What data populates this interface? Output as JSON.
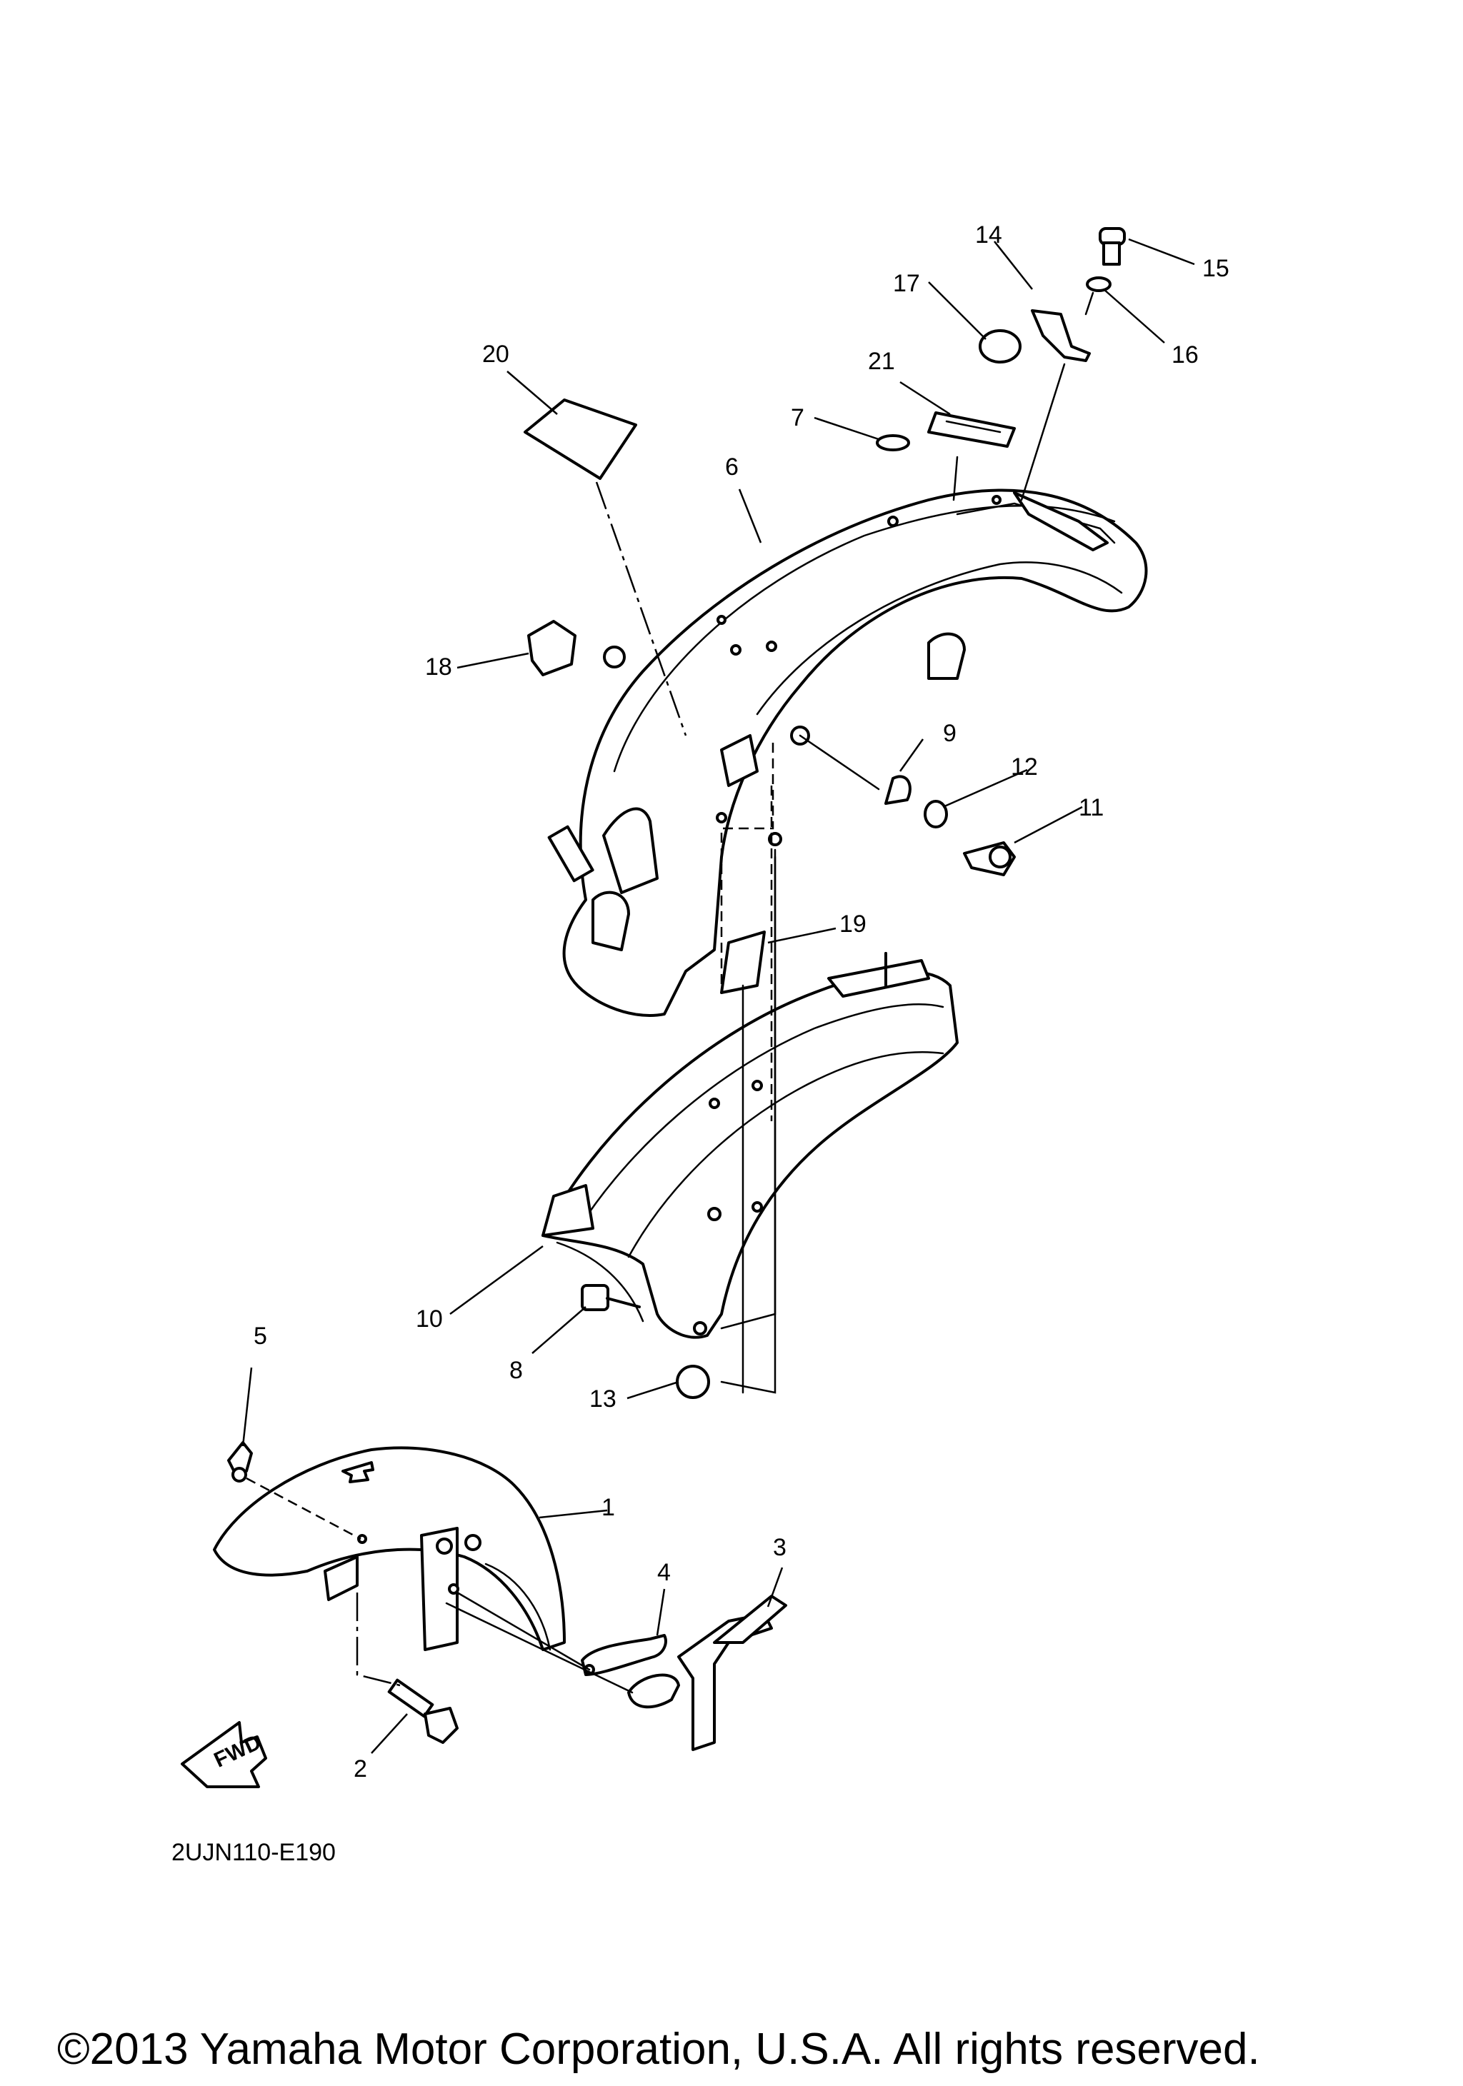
{
  "diagram": {
    "code": "2UJN110-E190",
    "fwd_label": "FWD",
    "copyright": "©2013 Yamaha Motor Corporation, U.S.A. All rights reserved.",
    "callouts": [
      "1",
      "2",
      "3",
      "4",
      "5",
      "6",
      "7",
      "8",
      "9",
      "10",
      "11",
      "12",
      "13",
      "14",
      "15",
      "16",
      "17",
      "18",
      "19",
      "20",
      "21"
    ]
  }
}
